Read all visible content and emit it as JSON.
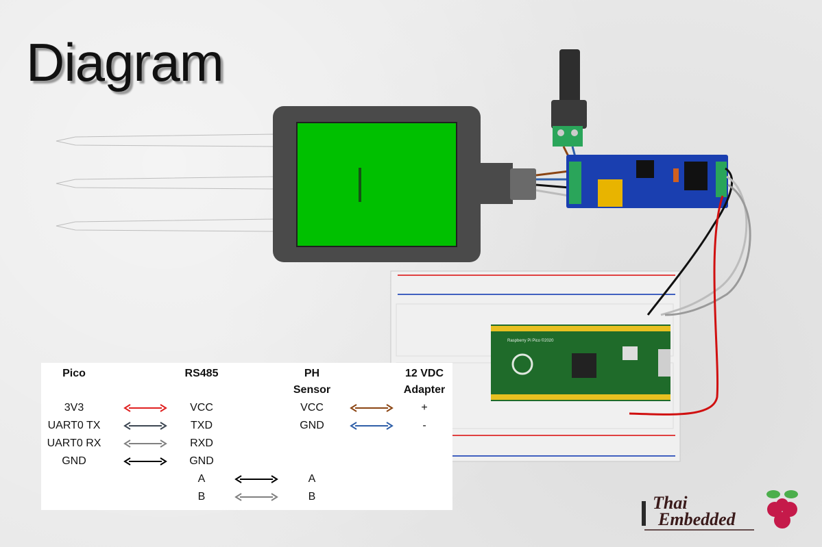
{
  "title": "Diagram",
  "table": {
    "headers": {
      "pico": "Pico",
      "rs485": "RS485",
      "ph_sensor_1": "PH",
      "ph_sensor_2": "Sensor",
      "adapter_1": "12 VDC",
      "adapter_2": "Adapter"
    },
    "rows": [
      {
        "pico": "3V3",
        "rs485": "VCC",
        "arrow_color": "#e02020"
      },
      {
        "pico": "UART0 TX",
        "rs485": "TXD",
        "arrow_color": "#3c4652"
      },
      {
        "pico": "UART0 RX",
        "rs485": "RXD",
        "arrow_color": "#808080"
      },
      {
        "pico": "GND",
        "rs485": "GND",
        "arrow_color": "#000000"
      }
    ],
    "sensor_rows": [
      {
        "sensor": "VCC",
        "adapter": "+",
        "arrow_color": "#8b4513"
      },
      {
        "sensor": "GND",
        "adapter": "-",
        "arrow_color": "#2f5fa8"
      }
    ],
    "ab_rows": [
      {
        "rs485": "A",
        "sensor": "A",
        "arrow_color": "#000000"
      },
      {
        "rs485": "B",
        "sensor": "B",
        "arrow_color": "#808080"
      }
    ]
  },
  "board_label": "Raspberry Pi Pico ©2020",
  "logo": {
    "line1": "Thai",
    "line2": "Embedded"
  },
  "colors": {
    "sensor_body": "#4a4a4a",
    "sensor_screen": "#00c000",
    "rs485_board": "#1a3fb0",
    "pico_board": "#1f6b2a",
    "terminal": "#2aa55a"
  }
}
